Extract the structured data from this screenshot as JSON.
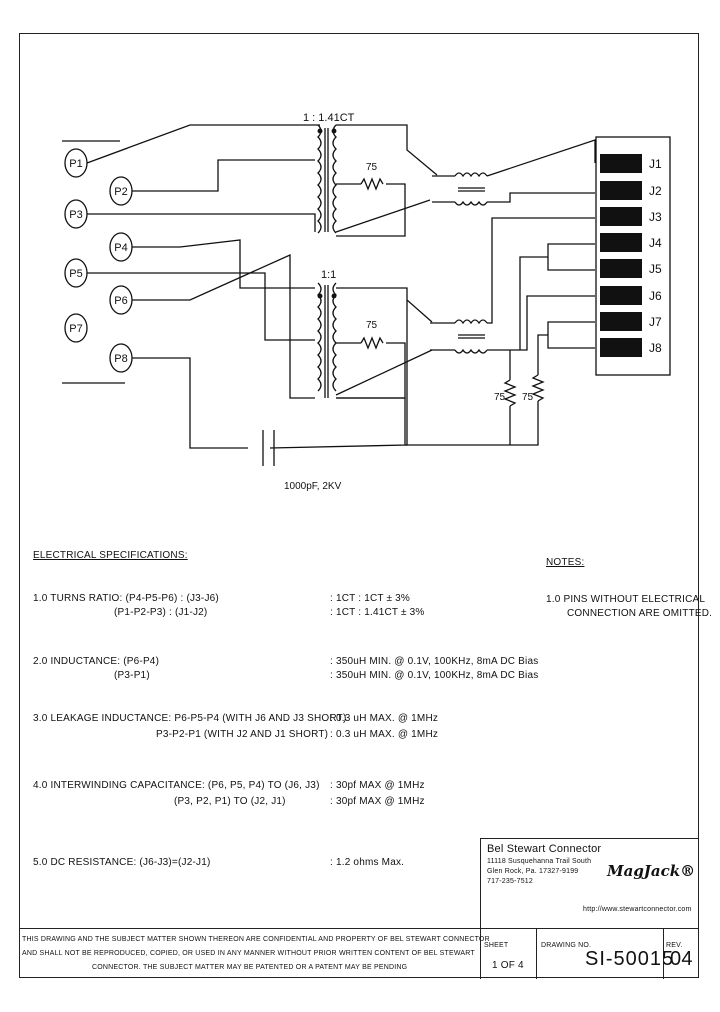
{
  "schematic": {
    "pins_left": [
      "P1",
      "P2",
      "P3",
      "P4",
      "P5",
      "P6",
      "P7",
      "P8"
    ],
    "pins_right": [
      "J1",
      "J2",
      "J3",
      "J4",
      "J5",
      "J6",
      "J7",
      "J8"
    ],
    "xfmr1_ratio": "1 : 1.41CT",
    "xfmr2_ratio": "1:1",
    "res_top": "75",
    "res_mid": "75",
    "res_low_a": "75",
    "res_low_b": "75",
    "cap_label": "1000pF, 2KV"
  },
  "specs": {
    "heading": "ELECTRICAL SPECIFICATIONS:",
    "r1a": "1.0  TURNS RATIO: (P4-P5-P6) : (J3-J6)",
    "r1a_val": ":  1CT : 1CT ± 3%",
    "r1b": "(P1-P2-P3) : (J1-J2)",
    "r1b_val": ":  1CT : 1.41CT ± 3%",
    "r2a": "2.0  INDUCTANCE:  (P6-P4)",
    "r2a_val": ":  350uH MIN. @ 0.1V, 100KHz, 8mA DC Bias",
    "r2b": "(P3-P1)",
    "r2b_val": ":  350uH MIN. @ 0.1V, 100KHz, 8mA DC Bias",
    "r3a": "3.0  LEAKAGE INDUCTANCE:  P6-P5-P4 (WITH J6 AND J3 SHORT)",
    "r3a_val": ":  0.3 uH MAX. @ 1MHz",
    "r3b": "P3-P2-P1 (WITH J2 AND J1 SHORT)",
    "r3b_val": ":  0.3 uH MAX. @ 1MHz",
    "r4a": "4.0  INTERWINDING CAPACITANCE: (P6, P5, P4) TO (J6, J3)",
    "r4a_val": ":  30pf MAX @ 1MHz",
    "r4b": "(P3, P2, P1) TO (J2, J1)",
    "r4b_val": ":  30pf MAX @ 1MHz",
    "r5": "5.0  DC RESISTANCE: (J6-J3)=(J2-J1)",
    "r5_val": ":  1.2 ohms Max."
  },
  "notes": {
    "heading": "NOTES:",
    "line1": "1.0  PINS WITHOUT ELECTRICAL",
    "line2": "CONNECTION ARE OMITTED."
  },
  "title_block": {
    "company": "Bel Stewart Connector",
    "addr1": "11118 Susquehanna Trail South",
    "addr2": "Glen Rock, Pa. 17327-9199",
    "addr3": "717-235-7512",
    "logo": "MagJack®",
    "url": "http://www.stewartconnector.com",
    "sheet_label": "SHEET",
    "sheet_value": "1 OF 4",
    "drawing_label": "DRAWING NO.",
    "drawing_no": "SI-50015",
    "rev_label": "REV.",
    "rev_value": "04"
  },
  "disclaimer": {
    "line1": "THIS DRAWING AND THE SUBJECT MATTER SHOWN THEREON ARE CONFIDENTIAL AND PROPERTY OF BEL STEWART CONNECTOR",
    "line2": "AND SHALL NOT BE REPRODUCED, COPIED, OR USED IN ANY MANNER WITHOUT PRIOR WRITTEN CONTENT OF BEL STEWART",
    "line3": "CONNECTOR. THE SUBJECT MATTER MAY BE PATENTED OR A PATENT MAY BE PENDING"
  }
}
